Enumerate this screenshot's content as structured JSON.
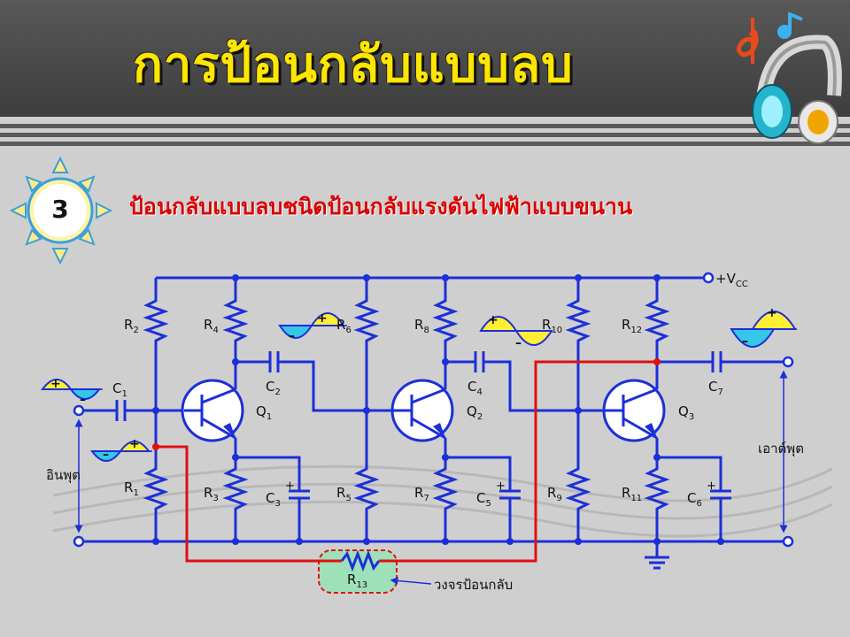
{
  "title": "การป้อนกลับแบบลบ",
  "section_number": "3",
  "subtitle": "ป้อนกลับแบบลบชนิดป้อนกลับแรงดันไฟฟ้าแบบขนาน",
  "circuit": {
    "vcc": "+V",
    "vcc_sub": "CC",
    "resistors": {
      "r1": "1",
      "r2": "2",
      "r3": "3",
      "r4": "4",
      "r5": "5",
      "r6": "6",
      "r7": "7",
      "r8": "8",
      "r9": "9",
      "r10": "10",
      "r11": "11",
      "r12": "12",
      "r13": "13"
    },
    "capacitors": {
      "c1": "1",
      "c2": "2",
      "c3": "3",
      "c4": "4",
      "c5": "5",
      "c6": "6",
      "c7": "7"
    },
    "transistors": {
      "q1": "1",
      "q2": "2",
      "q3": "3"
    },
    "input_label": "อินพุต",
    "output_label": "เอาต์พุต",
    "feedback_label": "วงจรป้อนกลับ",
    "plus": "+",
    "minus": "–"
  },
  "colors": {
    "wire": "#1c2fd8",
    "feedback": "#e01010",
    "title": "#ffe600",
    "subtitle": "#d90000",
    "signal_yellow": "#ffee33",
    "signal_cyan": "#35c7e8",
    "feedback_box": "#9ee0b8"
  }
}
